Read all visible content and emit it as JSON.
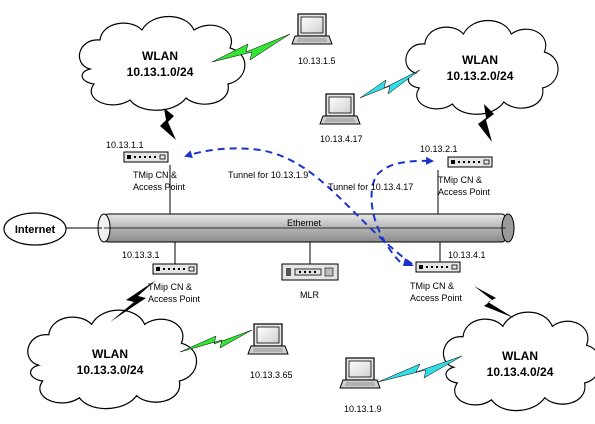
{
  "wlans": [
    {
      "name": "WLAN",
      "subnet": "10.13.1.0/24"
    },
    {
      "name": "WLAN",
      "subnet": "10.13.2.0/24"
    },
    {
      "name": "WLAN",
      "subnet": "10.13.3.0/24"
    },
    {
      "name": "WLAN",
      "subnet": "10.13.4.0/24"
    }
  ],
  "internet": "Internet",
  "ethernet": "Ethernet",
  "access_points": [
    {
      "ip": "10.13.1.1",
      "line1": "TMip CN &",
      "line2": "Access Point"
    },
    {
      "ip": "10.13.2.1",
      "line1": "TMip CN &",
      "line2": "Access Point"
    },
    {
      "ip": "10.13.3.1",
      "line1": "TMip CN &",
      "line2": "Access Point"
    },
    {
      "ip": "10.13.4.1",
      "line1": "TMip CN &",
      "line2": "Access Point"
    }
  ],
  "mlr": "MLR",
  "hosts": [
    {
      "ip": "10.13.1.5"
    },
    {
      "ip": "10.13.4.17"
    },
    {
      "ip": "10.13.3.65"
    },
    {
      "ip": "10.13.1.9"
    }
  ],
  "tunnels": [
    {
      "label": "Tunnel for 10.13.1.9",
      "color": "#1a33cc"
    },
    {
      "label": "Tunnel for 10.13.4.17",
      "color": "#1a33cc"
    }
  ],
  "colors": {
    "wireless_green": "#33e633",
    "wireless_cyan": "#33dde6",
    "wireless_black": "#000000",
    "ethernet_bus": "#c8c8c8"
  }
}
